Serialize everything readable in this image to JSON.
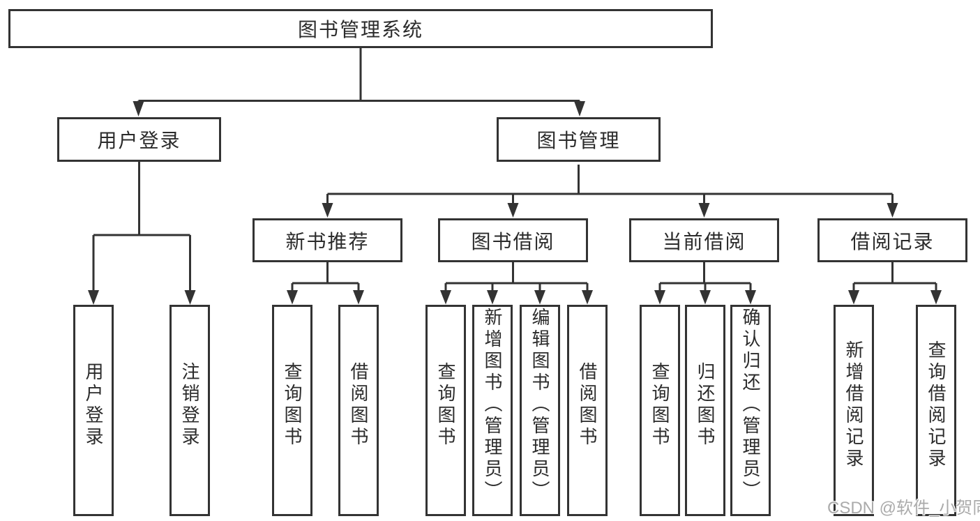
{
  "diagram": {
    "root_label": "图书管理系统",
    "branches": [
      {
        "label": "用户登录",
        "leaves": [
          "用户登录",
          "注销登录"
        ]
      },
      {
        "label": "图书管理",
        "groups": [
          {
            "label": "新书推荐",
            "leaves": [
              "查询图书",
              "借阅图书"
            ]
          },
          {
            "label": "图书借阅",
            "leaves": [
              "查询图书",
              "新增图书（管理员）",
              "编辑图书（管理员）",
              "借阅图书"
            ]
          },
          {
            "label": "当前借阅",
            "leaves": [
              "查询图书",
              "归还图书",
              "确认归还（管理员）"
            ]
          },
          {
            "label": "借阅记录",
            "leaves": [
              "新增借阅记录",
              "查询借阅记录"
            ]
          }
        ]
      }
    ]
  },
  "watermark": {
    "text": "CSDN @软件_小贺同学"
  },
  "colors": {
    "line": "#333333",
    "box_border": "#333333",
    "text": "#2b2b2b",
    "watermark": "#ababab",
    "background": "#ffffff"
  }
}
